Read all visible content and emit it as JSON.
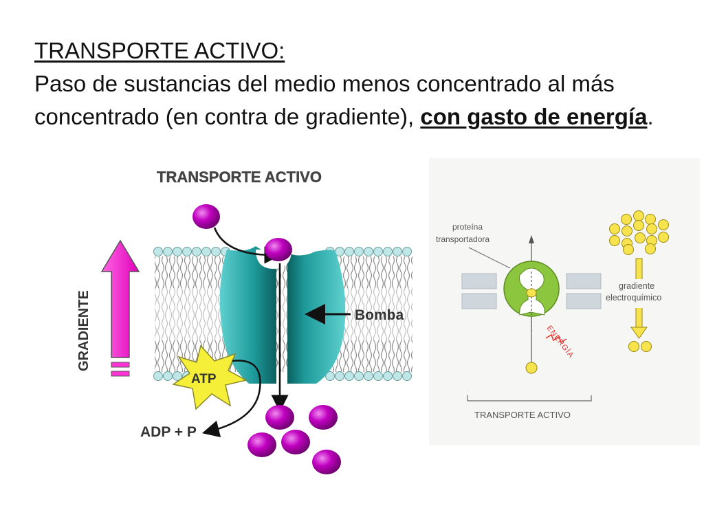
{
  "slide": {
    "heading": "TRANSPORTE ACTIVO:",
    "body_start": "Paso de sustancias del medio menos concentrado al más concentrado (en contra de gradiente),",
    "body_emphasis": "con gasto de energía",
    "body_end": "."
  },
  "left_figure": {
    "title": "TRANSPORTE ACTIVO",
    "gradient_label": "GRADIENTE",
    "pump_label": "Bomba",
    "atp_label": "ATP",
    "adp_label": "ADP + P",
    "colors": {
      "molecule": "#c000c0",
      "pump": "#2aa8a8",
      "gradient_arrow": "#ff33d6",
      "atp_star": "#f5ef3a"
    }
  },
  "right_figure": {
    "protein_label_line1": "proteína",
    "protein_label_line2": "transportadora",
    "gradient_label_line1": "gradiente",
    "gradient_label_line2": "electroquímico",
    "energy_label": "ENERGÍA",
    "caption": "TRANSPORTE ACTIVO",
    "colors": {
      "protein": "#8cc63f",
      "molecule": "#f7e34d",
      "energy": "#e53935"
    }
  }
}
